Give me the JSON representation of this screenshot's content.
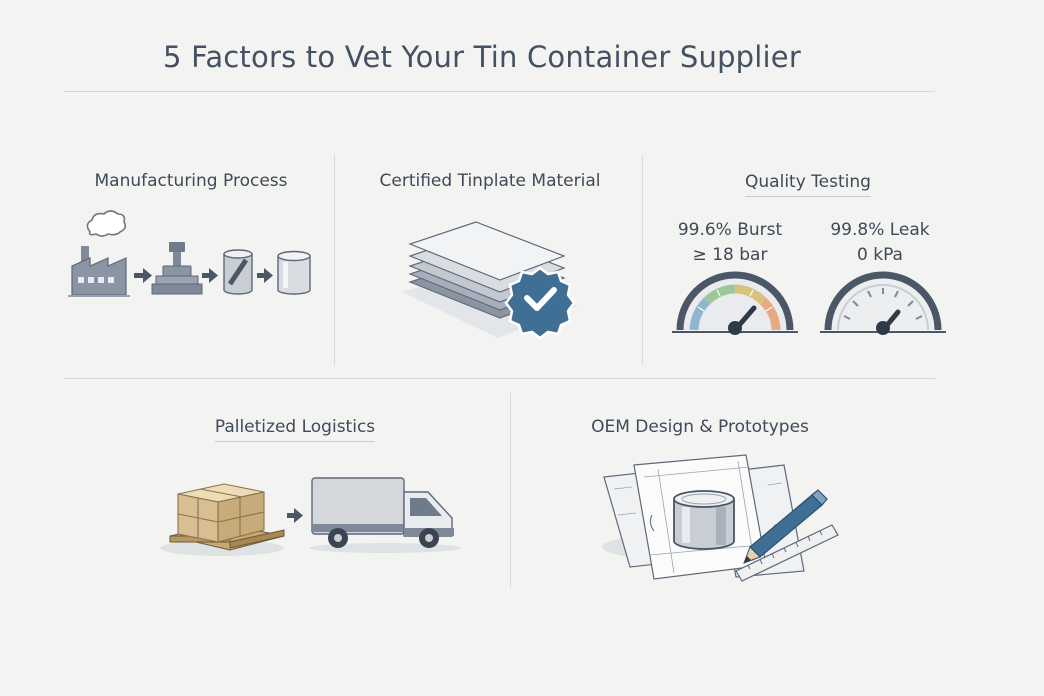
{
  "page": {
    "title": "5 Factors to Vet Your Tin Container Supplier"
  },
  "factors": {
    "manufacturing": {
      "label": "Manufacturing Process"
    },
    "material": {
      "label": "Certified Tinplate Material"
    },
    "quality": {
      "label": "Quality Testing",
      "burst": {
        "line1": "99.6% Burst",
        "line2": "≥ 18 bar"
      },
      "leak": {
        "line1": "99.8% Leak",
        "line2": "0 kPa"
      }
    },
    "logistics": {
      "label": "Palletized Logistics"
    },
    "oem": {
      "label": "OEM Design & Prototypes"
    }
  },
  "colors": {
    "ink": "#445163",
    "steel": "#8a94a2",
    "badge": "#3f6f94",
    "box": "#d7bf93",
    "gauge_green": "#9fc59a",
    "gauge_blue": "#8fb6cf",
    "gauge_orange": "#e7a982"
  }
}
